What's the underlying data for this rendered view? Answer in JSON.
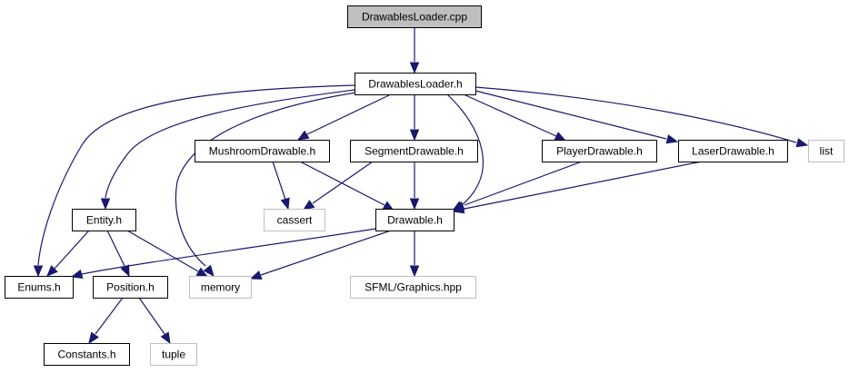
{
  "colors": {
    "edge": "#191970",
    "node_border_primary": "#000000",
    "node_border_external": "#bfbfbf",
    "root_fill": "#bfbfbf",
    "node_fill": "#ffffff",
    "text": "#000000"
  },
  "nodes": {
    "drawables_loader_cpp": {
      "label": "DrawablesLoader.cpp",
      "kind": "root"
    },
    "drawables_loader_h": {
      "label": "DrawablesLoader.h",
      "kind": "file"
    },
    "mushroom_drawable_h": {
      "label": "MushroomDrawable.h",
      "kind": "file"
    },
    "segment_drawable_h": {
      "label": "SegmentDrawable.h",
      "kind": "file"
    },
    "player_drawable_h": {
      "label": "PlayerDrawable.h",
      "kind": "file"
    },
    "laser_drawable_h": {
      "label": "LaserDrawable.h",
      "kind": "file"
    },
    "list": {
      "label": "list",
      "kind": "external"
    },
    "entity_h": {
      "label": "Entity.h",
      "kind": "file"
    },
    "cassert": {
      "label": "cassert",
      "kind": "external"
    },
    "drawable_h": {
      "label": "Drawable.h",
      "kind": "file"
    },
    "enums_h": {
      "label": "Enums.h",
      "kind": "file"
    },
    "position_h": {
      "label": "Position.h",
      "kind": "file"
    },
    "memory": {
      "label": "memory",
      "kind": "external"
    },
    "sfml_graphics_hpp": {
      "label": "SFML/Graphics.hpp",
      "kind": "external"
    },
    "constants_h": {
      "label": "Constants.h",
      "kind": "file"
    },
    "tuple": {
      "label": "tuple",
      "kind": "external"
    }
  },
  "edges": [
    {
      "from": "drawables_loader_cpp",
      "to": "drawables_loader_h"
    },
    {
      "from": "drawables_loader_h",
      "to": "enums_h"
    },
    {
      "from": "drawables_loader_h",
      "to": "entity_h"
    },
    {
      "from": "drawables_loader_h",
      "to": "memory"
    },
    {
      "from": "drawables_loader_h",
      "to": "mushroom_drawable_h"
    },
    {
      "from": "drawables_loader_h",
      "to": "segment_drawable_h"
    },
    {
      "from": "drawables_loader_h",
      "to": "drawable_h"
    },
    {
      "from": "drawables_loader_h",
      "to": "player_drawable_h"
    },
    {
      "from": "drawables_loader_h",
      "to": "laser_drawable_h"
    },
    {
      "from": "drawables_loader_h",
      "to": "list"
    },
    {
      "from": "mushroom_drawable_h",
      "to": "cassert"
    },
    {
      "from": "mushroom_drawable_h",
      "to": "drawable_h"
    },
    {
      "from": "segment_drawable_h",
      "to": "cassert"
    },
    {
      "from": "segment_drawable_h",
      "to": "drawable_h"
    },
    {
      "from": "player_drawable_h",
      "to": "drawable_h"
    },
    {
      "from": "laser_drawable_h",
      "to": "drawable_h"
    },
    {
      "from": "entity_h",
      "to": "enums_h"
    },
    {
      "from": "entity_h",
      "to": "position_h"
    },
    {
      "from": "entity_h",
      "to": "memory"
    },
    {
      "from": "drawable_h",
      "to": "enums_h"
    },
    {
      "from": "drawable_h",
      "to": "memory"
    },
    {
      "from": "drawable_h",
      "to": "sfml_graphics_hpp"
    },
    {
      "from": "position_h",
      "to": "constants_h"
    },
    {
      "from": "position_h",
      "to": "tuple"
    }
  ]
}
